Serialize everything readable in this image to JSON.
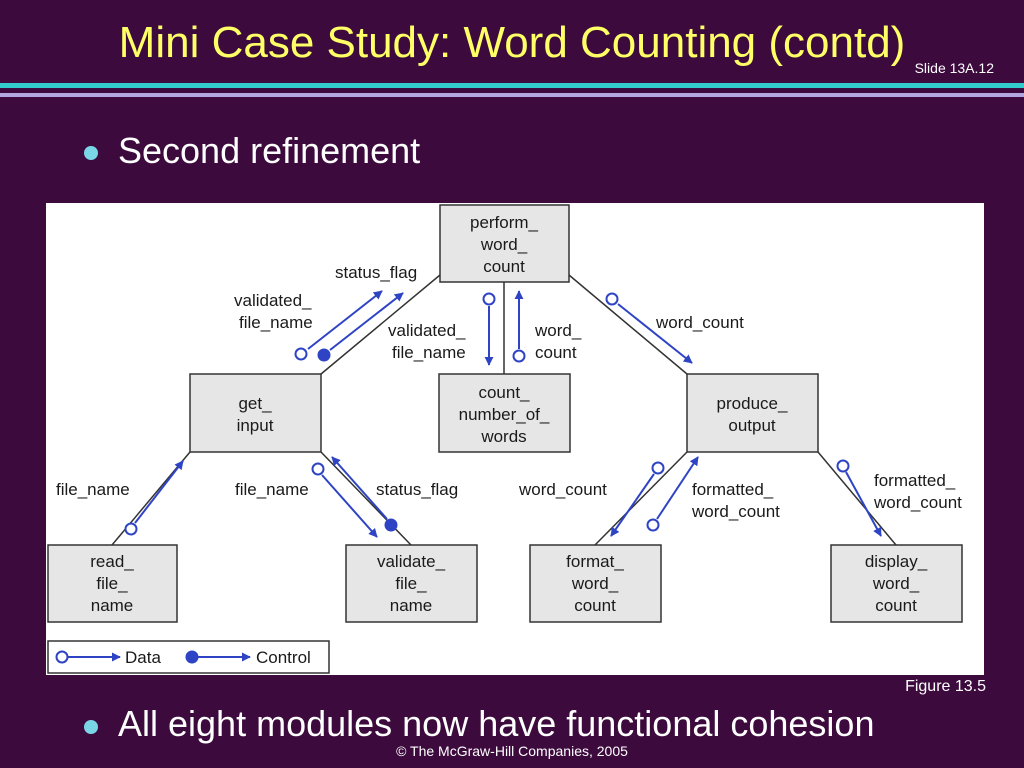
{
  "slide": {
    "title": "Mini Case Study: Word Counting (contd)",
    "slide_number": "Slide 13A.12",
    "bullet_1": "Second refinement",
    "bullet_2": "All eight modules now have functional cohesion",
    "figure_caption": "Figure 13.5",
    "footer": "© The McGraw-Hill Companies, 2005"
  },
  "diagram": {
    "colors": {
      "arrow": "#2f44c4",
      "box_fill": "#e6e6e6",
      "box_stroke": "#333333"
    },
    "modules": [
      {
        "id": "perform",
        "lines": [
          "perform_",
          "word_",
          "count"
        ]
      },
      {
        "id": "get_input",
        "lines": [
          "get_",
          "input"
        ]
      },
      {
        "id": "count_words",
        "lines": [
          "count_",
          "number_of_",
          "words"
        ]
      },
      {
        "id": "produce_output",
        "lines": [
          "produce_",
          "output"
        ]
      },
      {
        "id": "read_file",
        "lines": [
          "read_",
          "file_",
          "name"
        ]
      },
      {
        "id": "validate_file",
        "lines": [
          "validate_",
          "file_",
          "name"
        ]
      },
      {
        "id": "format_count",
        "lines": [
          "format_",
          "word_",
          "count"
        ]
      },
      {
        "id": "display_count",
        "lines": [
          "display_",
          "word_",
          "count"
        ]
      }
    ],
    "flows": [
      {
        "id": "f1",
        "kind": "data",
        "lines": [
          "validated_",
          "file_name"
        ]
      },
      {
        "id": "f2",
        "kind": "control",
        "lines": [
          "status_flag"
        ]
      },
      {
        "id": "f3",
        "kind": "data",
        "lines": [
          "validated_",
          "file_name"
        ]
      },
      {
        "id": "f4",
        "kind": "data",
        "lines": [
          "word_",
          "count"
        ]
      },
      {
        "id": "f5",
        "kind": "data",
        "lines": [
          "word_count"
        ]
      },
      {
        "id": "f6",
        "kind": "data",
        "lines": [
          "file_name"
        ]
      },
      {
        "id": "f7",
        "kind": "data",
        "lines": [
          "file_name"
        ]
      },
      {
        "id": "f8",
        "kind": "control",
        "lines": [
          "status_flag"
        ]
      },
      {
        "id": "f9",
        "kind": "data",
        "lines": [
          "word_count"
        ]
      },
      {
        "id": "f10",
        "kind": "data",
        "lines": [
          "formatted_",
          "word_count"
        ]
      },
      {
        "id": "f11",
        "kind": "data",
        "lines": [
          "formatted_",
          "word_count"
        ]
      }
    ],
    "legend": {
      "data_label": "Data",
      "control_label": "Control"
    }
  }
}
